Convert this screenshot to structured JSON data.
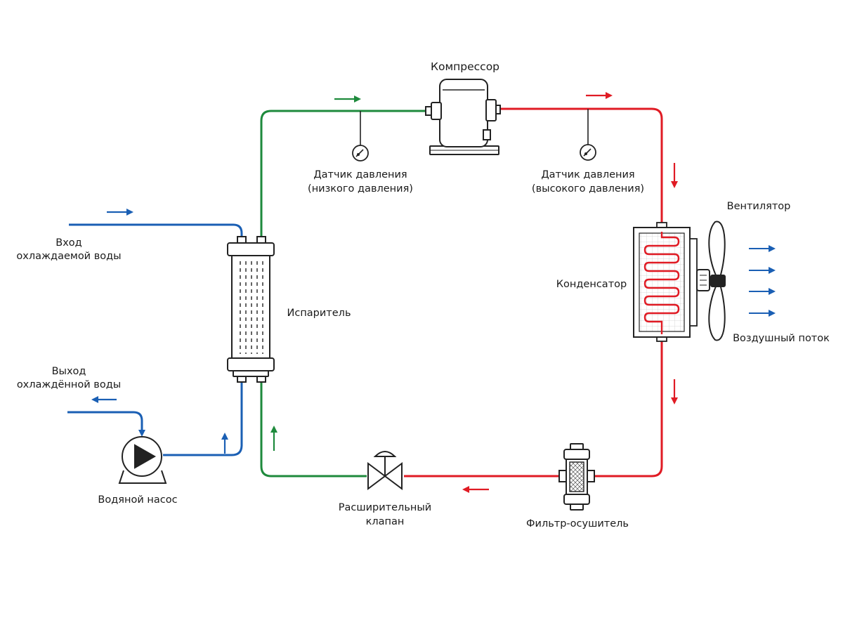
{
  "colors": {
    "water": "#1a5fb4",
    "low_pressure": "#1e8a3c",
    "high_pressure": "#e01b24",
    "equipment": "#222222"
  },
  "labels": {
    "compressor": "Компрессор",
    "low_sensor_1": "Датчик давления",
    "low_sensor_2": "(низкого давления)",
    "high_sensor_1": "Датчик давления",
    "high_sensor_2": "(высокого давления)",
    "fan": "Вентилятор",
    "condenser": "Конденсатор",
    "airflow": "Воздушный поток",
    "water_in_1": "Вход",
    "water_in_2": "охлаждаемой воды",
    "evaporator": "Испаритель",
    "water_out_1": "Выход",
    "water_out_2": "охлаждённой воды",
    "pump": "Водяной насос",
    "expansion_valve_1": "Расширительный",
    "expansion_valve_2": "клапан",
    "filter_drier": "Фильтр-осушитель"
  },
  "icons": {
    "compressor": "compressor-icon",
    "evaporator": "evaporator-icon",
    "condenser": "condenser-icon",
    "fan": "fan-icon",
    "pump": "pump-icon",
    "valve": "expansion-valve-icon",
    "filter": "filter-drier-icon",
    "gauge": "pressure-gauge-icon"
  }
}
